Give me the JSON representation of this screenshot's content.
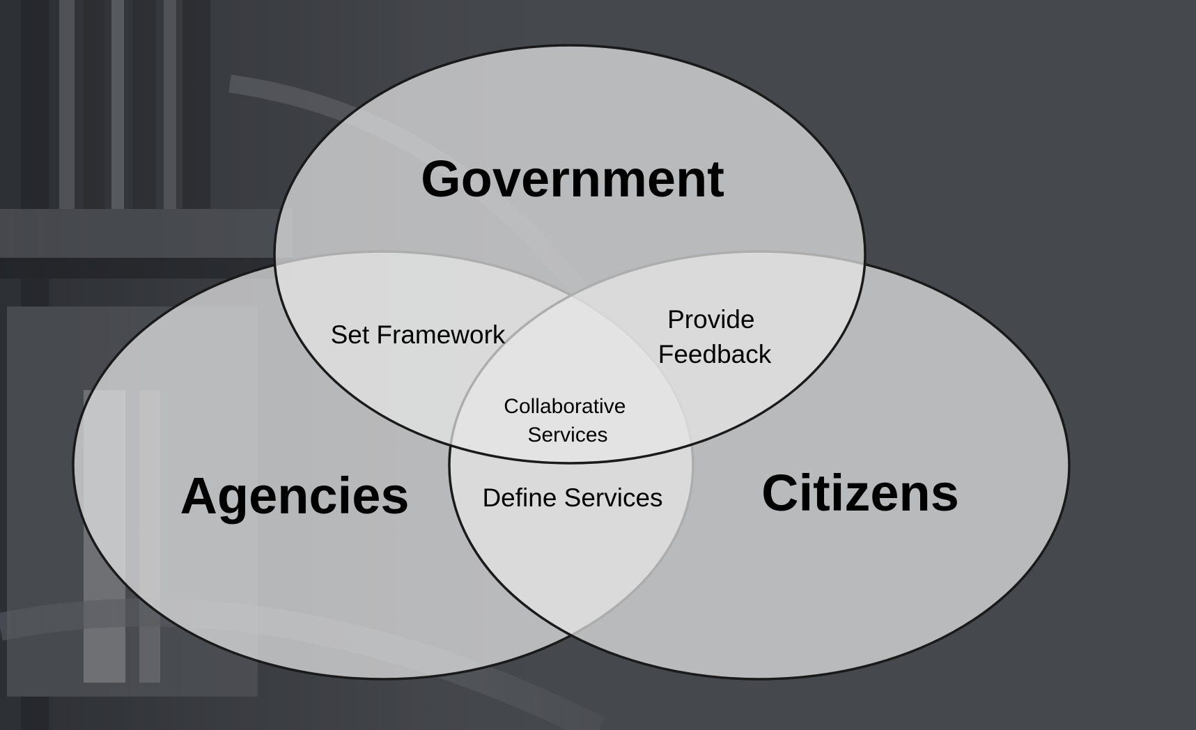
{
  "diagram": {
    "sets": {
      "top": "Government",
      "left": "Agencies",
      "right": "Citizens"
    },
    "intersections": {
      "top_left": "Set Framework",
      "top_right": [
        "Provide",
        "Feedback"
      ],
      "left_right": "Define Services",
      "center": [
        "Collaborative",
        "Services"
      ]
    }
  },
  "colors": {
    "background": "#45484c",
    "circle_fill": "#e6e6e6",
    "circle_stroke": "#1a1a1a",
    "text": "#000000"
  }
}
